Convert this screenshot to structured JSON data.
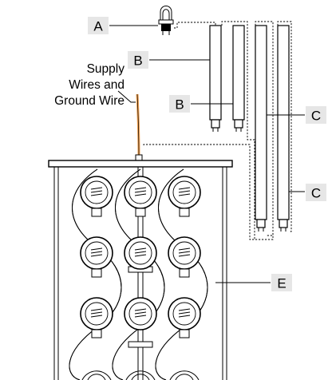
{
  "labels": {
    "a": "A",
    "b1": "B",
    "b2": "B",
    "c1": "C",
    "c2": "C",
    "e": "E"
  },
  "supply_caption": {
    "line1": "Supply",
    "line2": "Wires and",
    "line3": "Ground Wire"
  },
  "colors": {
    "supply_wire": "#f0a050",
    "label_box": "#e6e6e6",
    "line": "#000000"
  }
}
